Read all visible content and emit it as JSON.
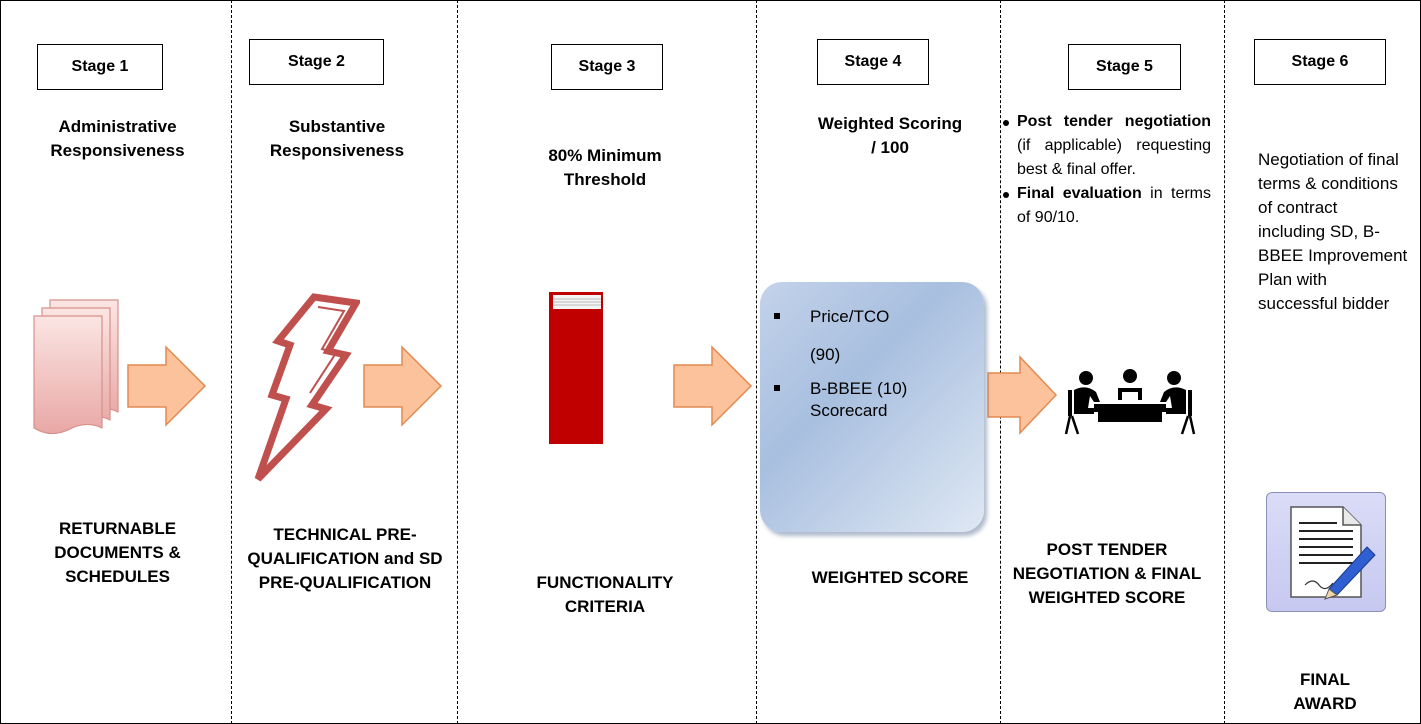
{
  "stages": [
    {
      "label": "Stage 1",
      "heading": "Administrative Responsiveness",
      "caption": "RETURNABLE DOCUMENTS & SCHEDULES"
    },
    {
      "label": "Stage 2",
      "heading": "Substantive Responsiveness",
      "caption": "TECHNICAL PRE-QUALIFICATION and SD PRE-QUALIFICATION"
    },
    {
      "label": "Stage 3",
      "heading": "80% Minimum Threshold",
      "caption": "FUNCTIONALITY CRITERIA"
    },
    {
      "label": "Stage 4",
      "heading": "Weighted Scoring / 100",
      "caption": "WEIGHTED SCORE"
    },
    {
      "label": "Stage 5",
      "caption": "POST TENDER NEGOTIATION & FINAL WEIGHTED SCORE"
    },
    {
      "label": "Stage 6",
      "caption": "FINAL AWARD"
    }
  ],
  "stage4_box": {
    "item1": "Price/TCO",
    "item1_sub": "(90)",
    "item2": "B-BBEE (10)",
    "item2_sub": "Scorecard"
  },
  "stage5_points": [
    {
      "bold": "Post tender negotiation",
      "rest": " (if applicable) requesting best & final offer."
    },
    {
      "bold": "Final evaluation",
      "rest": " in terms of 90/10."
    }
  ],
  "stage6_text": "Negotiation of final terms & conditions of contract including SD, B-BBEE Improvement Plan with successful bidder",
  "icons": [
    "documents-icon",
    "lightning-icon",
    "book-icon",
    "meeting-icon",
    "contract-icon"
  ],
  "colors": {
    "arrow_fill": "#fbc29c",
    "arrow_stroke": "#e38a52",
    "book": "#c00000",
    "lightning": "#c0504d",
    "score_box": "#b8cbe6"
  }
}
